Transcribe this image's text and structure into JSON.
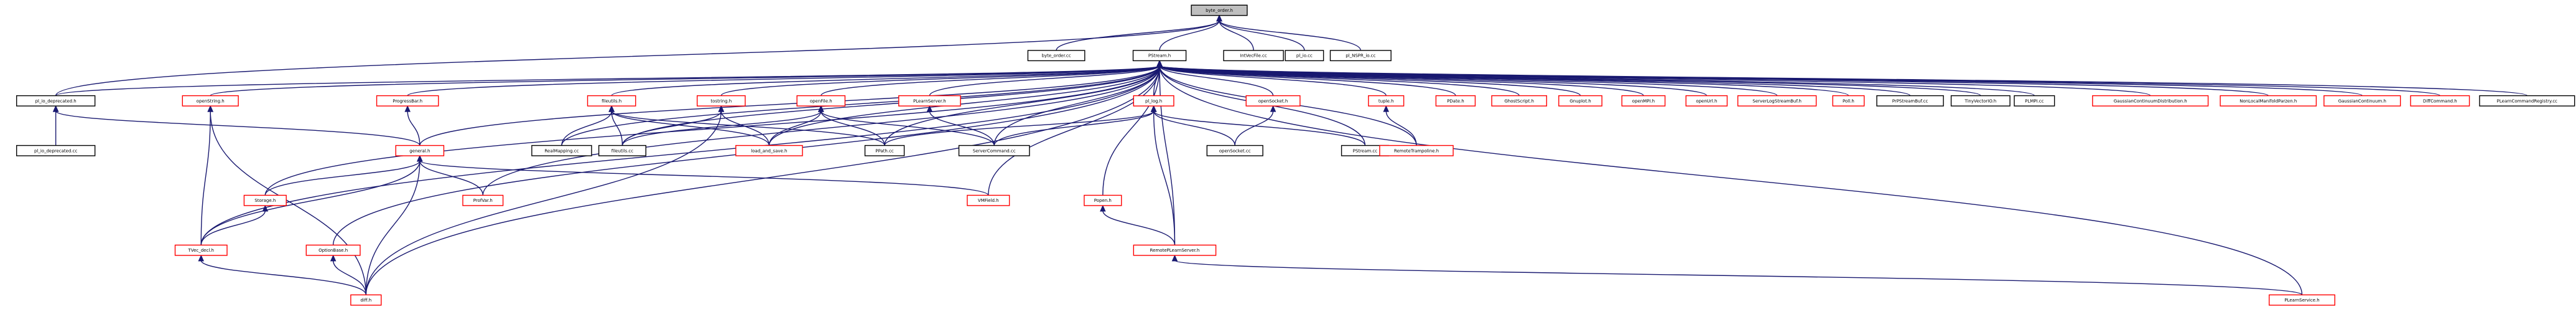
{
  "diagram": {
    "colors": {
      "edge": "#191970",
      "root_fill": "#bfbfbf",
      "leaf_border": "#000000",
      "truncated_border": "#ff0000",
      "text": "#000000"
    },
    "nodes": [
      {
        "id": "byte_order_h",
        "label": "byte_order.h",
        "kind": "root"
      },
      {
        "id": "byte_order_cc",
        "label": "byte_order.cc",
        "kind": "leaf"
      },
      {
        "id": "PStream_h",
        "label": "PStream.h",
        "kind": "leaf"
      },
      {
        "id": "IntVecFile_cc",
        "label": "IntVecFile.cc",
        "kind": "leaf"
      },
      {
        "id": "pl_io_cc",
        "label": "pl_io.cc",
        "kind": "leaf"
      },
      {
        "id": "pl_NSPR_io_cc",
        "label": "pl_NSPR_io.cc",
        "kind": "leaf"
      },
      {
        "id": "pl_io_deprecated_h",
        "label": "pl_io_deprecated.h",
        "kind": "leaf"
      },
      {
        "id": "openString_h",
        "label": "openString.h",
        "kind": "truncated"
      },
      {
        "id": "ProgressBar_h",
        "label": "ProgressBar.h",
        "kind": "truncated"
      },
      {
        "id": "fileutils_h",
        "label": "fileutils.h",
        "kind": "truncated"
      },
      {
        "id": "tostring_h",
        "label": "tostring.h",
        "kind": "truncated"
      },
      {
        "id": "openFile_h",
        "label": "openFile.h",
        "kind": "truncated"
      },
      {
        "id": "PLearnServer_h",
        "label": "PLearnServer.h",
        "kind": "truncated"
      },
      {
        "id": "pl_log_h",
        "label": "pl_log.h",
        "kind": "truncated"
      },
      {
        "id": "openSocket_h",
        "label": "openSocket.h",
        "kind": "truncated"
      },
      {
        "id": "tuple_h",
        "label": "tuple.h",
        "kind": "truncated"
      },
      {
        "id": "PDate_h",
        "label": "PDate.h",
        "kind": "truncated"
      },
      {
        "id": "GhostScript_h",
        "label": "GhostScript.h",
        "kind": "truncated"
      },
      {
        "id": "Gnuplot_h",
        "label": "Gnuplot.h",
        "kind": "truncated"
      },
      {
        "id": "openMPI_h",
        "label": "openMPI.h",
        "kind": "truncated"
      },
      {
        "id": "openUrl_h",
        "label": "openUrl.h",
        "kind": "truncated"
      },
      {
        "id": "ServerLogStreamBuf_h",
        "label": "ServerLogStreamBuf.h",
        "kind": "truncated"
      },
      {
        "id": "Poll_h",
        "label": "Poll.h",
        "kind": "truncated"
      },
      {
        "id": "PrPStreamBuf_cc",
        "label": "PrPStreamBuf.cc",
        "kind": "leaf"
      },
      {
        "id": "TinyVectorIO_h",
        "label": "TinyVectorIO.h",
        "kind": "leaf"
      },
      {
        "id": "PLMPI_cc",
        "label": "PLMPI.cc",
        "kind": "leaf"
      },
      {
        "id": "GaussianContinuumDistribution_h",
        "label": "GaussianContinuumDistribution.h",
        "kind": "truncated"
      },
      {
        "id": "NonLocalManifoldParzen_h",
        "label": "NonLocalManifoldParzen.h",
        "kind": "truncated"
      },
      {
        "id": "GaussianContinuum_h",
        "label": "GaussianContinuum.h",
        "kind": "truncated"
      },
      {
        "id": "DiffCommand_h",
        "label": "DiffCommand.h",
        "kind": "truncated"
      },
      {
        "id": "PLearnCommandRegistry_cc",
        "label": "PLearnCommandRegistry.cc",
        "kind": "leaf"
      },
      {
        "id": "pl_io_deprecated_cc",
        "label": "pl_io_deprecated.cc",
        "kind": "leaf"
      },
      {
        "id": "general_h",
        "label": "general.h",
        "kind": "truncated"
      },
      {
        "id": "RealMapping_cc",
        "label": "RealMapping.cc",
        "kind": "leaf"
      },
      {
        "id": "fileutils_cc",
        "label": "fileutils.cc",
        "kind": "leaf"
      },
      {
        "id": "load_and_save_h",
        "label": "load_and_save.h",
        "kind": "truncated"
      },
      {
        "id": "PPath_cc",
        "label": "PPath.cc",
        "kind": "leaf"
      },
      {
        "id": "ServerCommand_cc",
        "label": "ServerCommand.cc",
        "kind": "leaf"
      },
      {
        "id": "openSocket_cc",
        "label": "openSocket.cc",
        "kind": "leaf"
      },
      {
        "id": "PStream_cc",
        "label": "PStream.cc",
        "kind": "leaf"
      },
      {
        "id": "RemoteTrampoline_h",
        "label": "RemoteTrampoline.h",
        "kind": "truncated"
      },
      {
        "id": "Storage_h",
        "label": "Storage.h",
        "kind": "truncated"
      },
      {
        "id": "ProfVar_h",
        "label": "ProfVar.h",
        "kind": "truncated"
      },
      {
        "id": "VMField_h",
        "label": "VMField.h",
        "kind": "truncated"
      },
      {
        "id": "Popen_h",
        "label": "Popen.h",
        "kind": "truncated"
      },
      {
        "id": "TVec_decl_h",
        "label": "TVec_decl.h",
        "kind": "truncated"
      },
      {
        "id": "OptionBase_h",
        "label": "OptionBase.h",
        "kind": "truncated"
      },
      {
        "id": "RemotePLearnServer_h",
        "label": "RemotePLearnServer.h",
        "kind": "truncated"
      },
      {
        "id": "diff_h",
        "label": "diff.h",
        "kind": "truncated"
      },
      {
        "id": "PLearnService_h",
        "label": "PLearnService.h",
        "kind": "truncated"
      }
    ]
  }
}
